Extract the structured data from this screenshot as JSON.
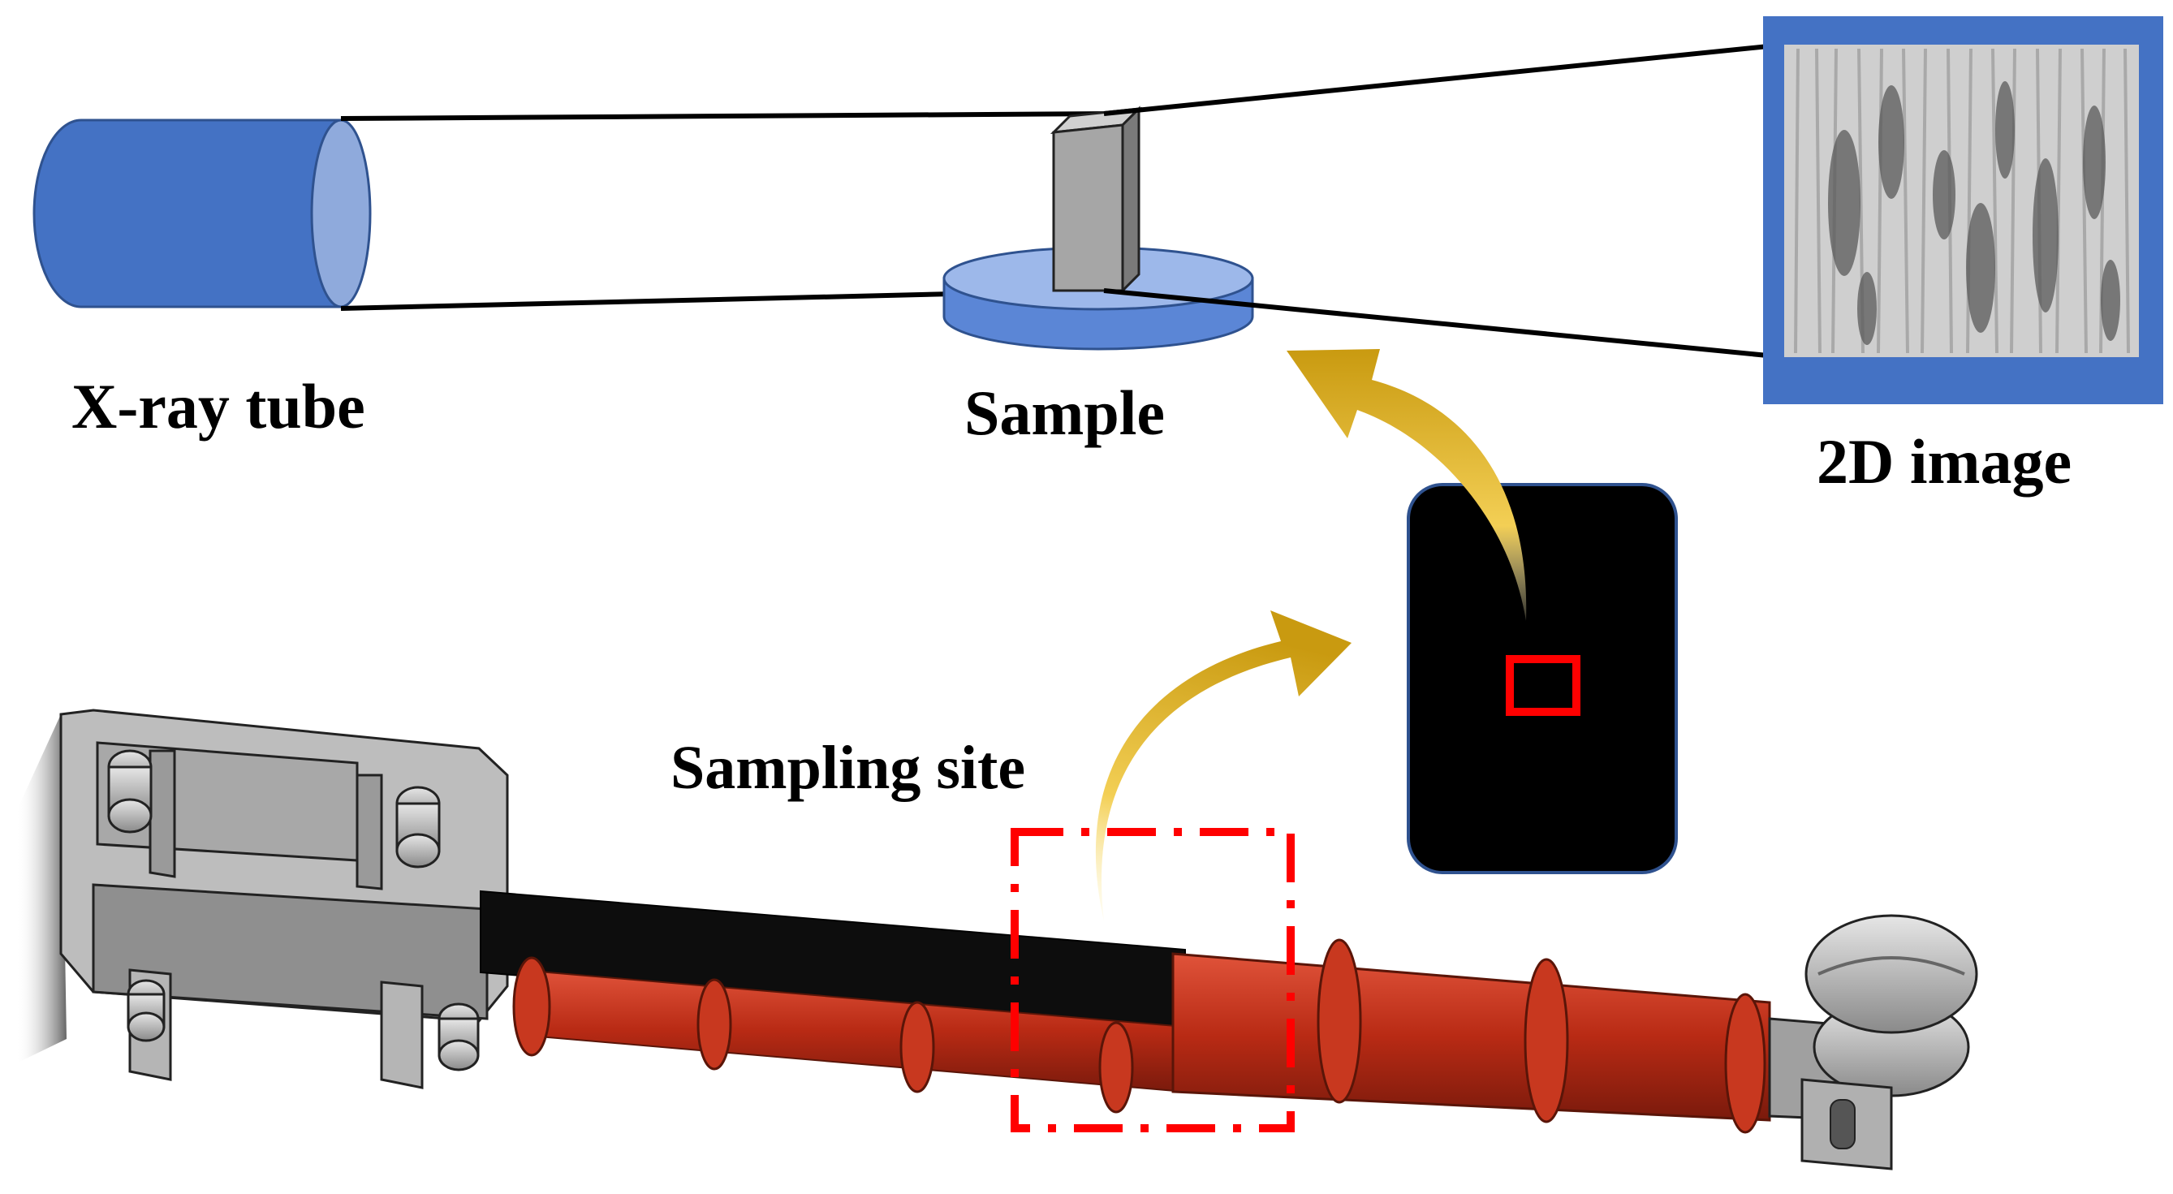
{
  "labels": {
    "xray_tube": "X-ray tube",
    "sample": "Sample",
    "image_2d": "2D image",
    "sampling_site": "Sampling site"
  },
  "colors": {
    "tube_blue": "#4472c4",
    "tube_face": "#8faadc",
    "stage_blue": "#5b86d6",
    "stage_top": "#9db8ea",
    "sample_gray": "#a6a6a6",
    "frame_blue": "#4472c4",
    "section_black": "#000000",
    "highlight_red": "#ff0000",
    "arrow_gold": "#e0b020",
    "rod_red": "#c0301a",
    "metal_gray": "#b3b3b3"
  }
}
